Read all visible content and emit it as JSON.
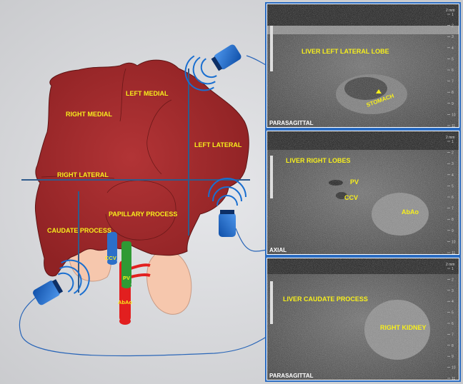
{
  "colors": {
    "liver": "#a32a2b",
    "liver_edge": "#5e1414",
    "panel_bg": "#d7d8db",
    "kidney": "#f6c7ad",
    "ccv": "#2c6fc9",
    "pv": "#2f9a34",
    "abao": "#e21f1f",
    "probe": "#1a6fd0",
    "frame": "#2a6cc2",
    "label_yellow": "#f7ef1c",
    "plane_line": "#2f5b8c"
  },
  "diagram": {
    "lobes": {
      "left_medial": "LEFT MEDIAL",
      "right_medial": "RIGHT MEDIAL",
      "left_lateral": "LEFT LATERAL",
      "right_lateral": "RIGHT LATERAL",
      "papillary": "PAPILLARY PROCESS",
      "caudate": "CAUDATE  PROCESS"
    },
    "vessels": {
      "ccv": "CCV",
      "pv": "PV",
      "abao": "AbAo"
    }
  },
  "ultrasound": [
    {
      "plane": "PARASAGITTAL",
      "labels": [
        "LIVER LEFT LATERAL LOBE",
        "STOMACH"
      ],
      "scale_unit": "2 mm",
      "ticks": [
        "1",
        "2",
        "3",
        "4",
        "5",
        "6",
        "7",
        "8",
        "9",
        "10",
        "11"
      ]
    },
    {
      "plane": "AXIAL",
      "labels": [
        "LIVER RIGHT LOBES",
        "PV",
        "CCV",
        "AbAo"
      ],
      "scale_unit": "2 mm",
      "ticks": [
        "1",
        "2",
        "3",
        "4",
        "5",
        "6",
        "7",
        "8",
        "9",
        "10",
        "11"
      ]
    },
    {
      "plane": "PARASAGITTAL",
      "labels": [
        "LIVER CAUDATE PROCESS",
        "RIGHT KIDNEY"
      ],
      "scale_unit": "2 mm",
      "ticks": [
        "1",
        "2",
        "3",
        "4",
        "5",
        "6",
        "7",
        "8",
        "9",
        "10",
        "11"
      ]
    }
  ]
}
